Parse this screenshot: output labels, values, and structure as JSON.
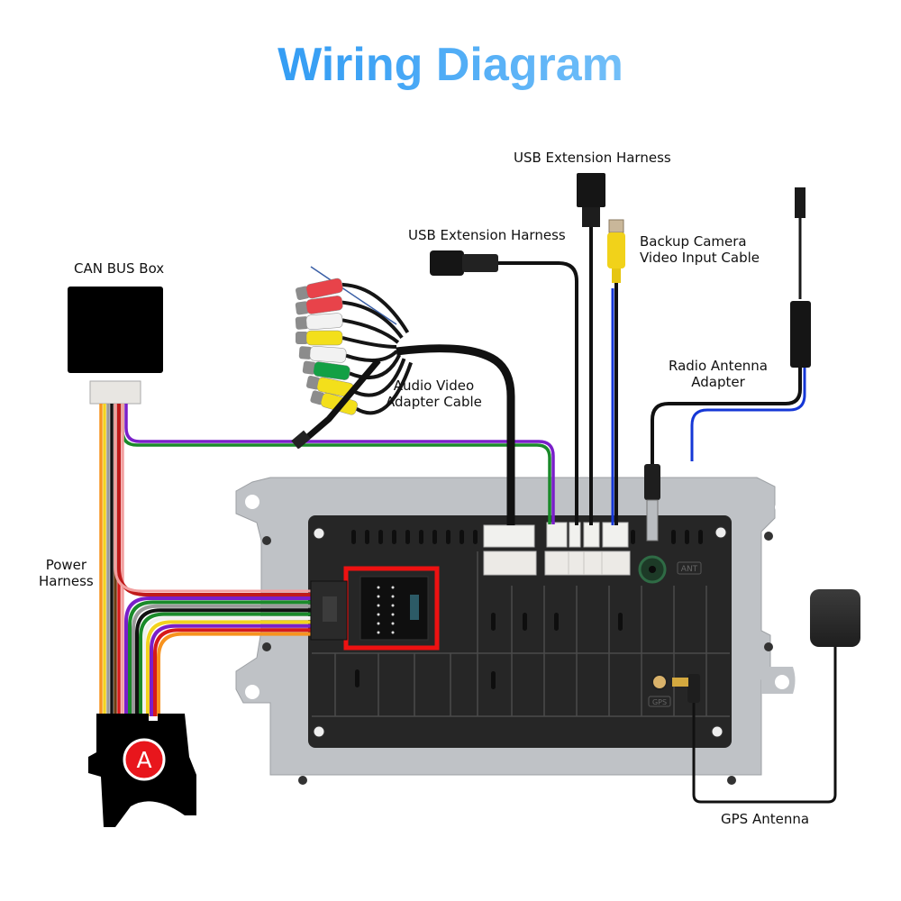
{
  "title": {
    "text": "Wiring Diagram",
    "gradient_start": "#1589ef",
    "gradient_end": "#a9dcfc"
  },
  "labels": {
    "usb_top": "USB Extension Harness",
    "usb_left": "USB Extension Harness",
    "backup_camera_line1": "Backup Camera",
    "backup_camera_line2": "Video Input Cable",
    "can_bus": "CAN BUS Box",
    "audio_video_line1": "Audio Video",
    "audio_video_line2": "Adapter Cable",
    "radio_antenna_line1": "Radio Antenna",
    "radio_antenna_line2": "Adapter",
    "power_harness_line1": "Power",
    "power_harness_line2": "Harness",
    "gps_antenna": "GPS Antenna",
    "connector_badge": "A",
    "ant_port": "ANT",
    "gps_port": "GPS"
  },
  "components": [
    {
      "id": "can-bus-box",
      "name": "CAN BUS Box"
    },
    {
      "id": "power-harness",
      "name": "Power Harness",
      "connector": "A"
    },
    {
      "id": "audio-video-adapter",
      "name": "Audio Video Adapter Cable",
      "rca_colors": [
        "red",
        "red",
        "white",
        "yellow",
        "white",
        "green",
        "yellow",
        "yellow"
      ]
    },
    {
      "id": "usb-left",
      "name": "USB Extension Harness"
    },
    {
      "id": "usb-top",
      "name": "USB Extension Harness"
    },
    {
      "id": "backup-camera",
      "name": "Backup Camera Video Input Cable"
    },
    {
      "id": "radio-antenna",
      "name": "Radio Antenna Adapter"
    },
    {
      "id": "gps-antenna",
      "name": "GPS Antenna"
    }
  ],
  "colors": {
    "highlight": "#ee1111",
    "chassis": "#bfc2c6",
    "unit_body": "#262626",
    "can_wire_purple": "#7a1fc9",
    "can_wire_green": "#1a8a2a",
    "blue_wire": "#1537d6",
    "badge_red": "#e8161c"
  },
  "power_wires_top": [
    "#f7931e",
    "#f2d21f",
    "#9a9a9a",
    "#111111",
    "#6b3b12",
    "#d61a1a",
    "#f2a0a0"
  ],
  "power_wires_bundle": [
    "#f2a0a0",
    "#c01a1a",
    "#7a1fc9",
    "#1a8a2a",
    "#9a9a9a",
    "#111111",
    "#1a8a2a",
    "#f0f0f0",
    "#f2d21f",
    "#7a1fc9",
    "#d61a1a",
    "#f7931e"
  ]
}
